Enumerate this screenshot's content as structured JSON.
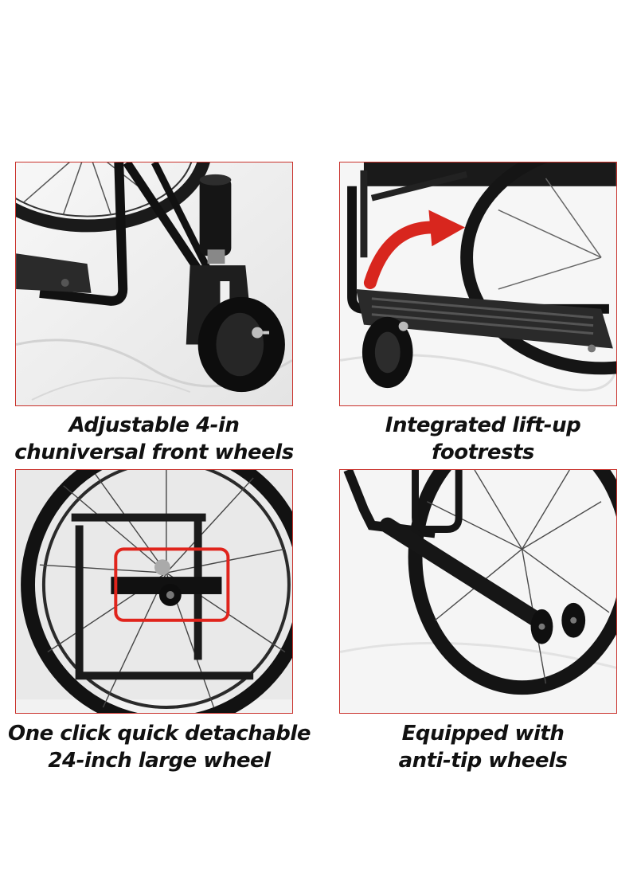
{
  "panels": [
    {
      "image": "front-caster-wheel-photo",
      "caption_lines": [
        "Adjustable 4-in",
        "chuniversal front wheels"
      ]
    },
    {
      "image": "lift-up-footrest-photo",
      "caption_lines": [
        "Integrated lift-up",
        "footrests"
      ]
    },
    {
      "image": "quick-release-rear-wheel-photo",
      "caption_lines": [
        "One click quick detachable",
        "24-inch large wheel"
      ]
    },
    {
      "image": "anti-tip-wheels-photo",
      "caption_lines": [
        "Equipped with",
        "anti-tip wheels"
      ]
    }
  ],
  "colors": {
    "frame_border": "#c9312b",
    "highlight_arrow": "#d8261e",
    "caption_text": "#111111"
  }
}
